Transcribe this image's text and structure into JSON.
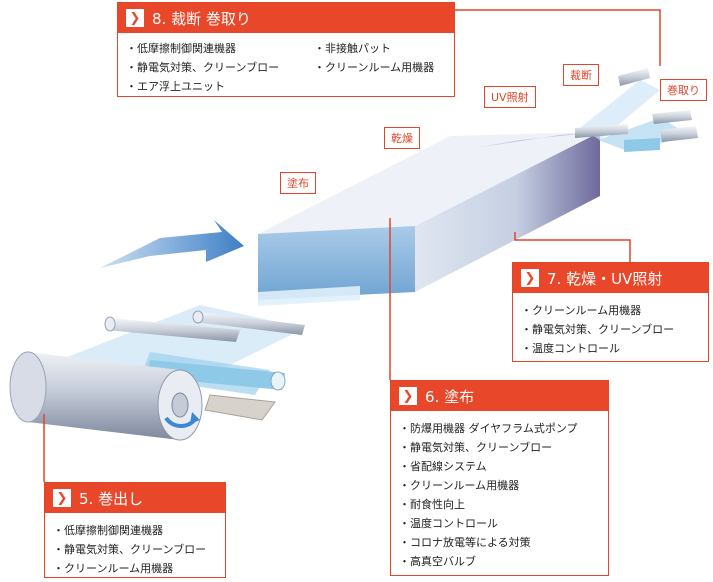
{
  "stage_labels": {
    "coating": "塗布",
    "drying": "乾燥",
    "uv": "UV照射",
    "cutting": "裁断",
    "winding": "巻取り"
  },
  "sections": {
    "s8": {
      "title": "8. 裁断 巻取り",
      "items_left": [
        "・低摩擦制御関連機器",
        "・静電気対策、クリーンブロー",
        "・エア浮上ユニット"
      ],
      "items_right": [
        "・非接触パット",
        "・クリーンルーム用機器"
      ]
    },
    "s7": {
      "title": "7. 乾燥・UV照射",
      "items": [
        "・クリーンルーム用機器",
        "・静電気対策、クリーンブロー",
        "・温度コントロール"
      ]
    },
    "s6": {
      "title": "6. 塗布",
      "items": [
        "・防爆用機器 ダイヤフラム式ポンプ",
        "・静電気対策、クリーンブロー",
        "・省配線システム",
        "・クリーンルーム用機器",
        "・耐食性向上",
        "・温度コントロール",
        "・コロナ放電等による対策",
        "・高真空バルブ"
      ]
    },
    "s5": {
      "title": "5. 巻出し",
      "items": [
        "・低摩擦制御関連機器",
        "・静電気対策、クリーンブロー",
        "・クリーンルーム用機器"
      ]
    }
  },
  "colors": {
    "accent": "#e8472a",
    "tunnel_light": "#e6ecf5",
    "tunnel_blue": "#8fb6dc",
    "uv_purple": "#6f6f9e",
    "film": "#cfe6f7"
  }
}
